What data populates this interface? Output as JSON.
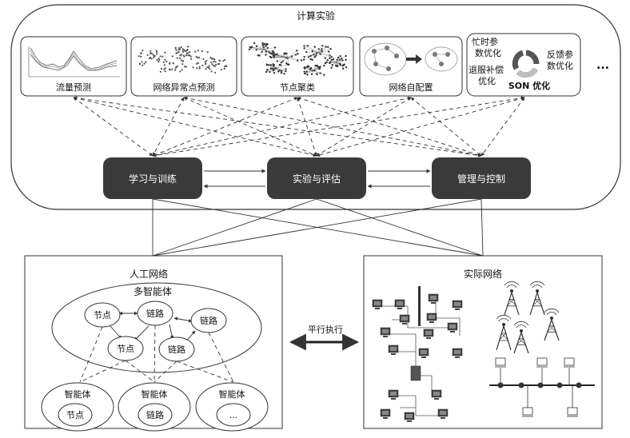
{
  "computation": {
    "title": "计算实验",
    "panels": [
      {
        "label": "流量预测"
      },
      {
        "label": "网络异常点预测"
      },
      {
        "label": "节点聚类"
      },
      {
        "label": "网络自配置"
      },
      {
        "label": "SON 优化",
        "cycle_items": [
          "忙时参",
          "数优化",
          "退服补偿",
          "优化",
          "反馈参",
          "数优化"
        ]
      }
    ],
    "ellipsis": "..."
  },
  "modules": [
    {
      "label": "学习与训练"
    },
    {
      "label": "实验与评估"
    },
    {
      "label": "管理与控制"
    }
  ],
  "artificial": {
    "title": "人工网络",
    "multi_agent_label": "多智能体",
    "nodes": [
      "节点",
      "链路",
      "链路",
      "节点",
      "链路"
    ],
    "agents": [
      {
        "label": "智能体",
        "inner": "节点"
      },
      {
        "label": "智能体",
        "inner": "链路"
      },
      {
        "label": "智能体",
        "inner": "..."
      }
    ]
  },
  "parallel_label": "平行执行",
  "actual": {
    "title": "实际网络"
  },
  "colors": {
    "module_fill": "#3a3a3a",
    "stroke": "#333333",
    "ring_light": "#bdbdbd",
    "ring_dark": "#555555"
  }
}
